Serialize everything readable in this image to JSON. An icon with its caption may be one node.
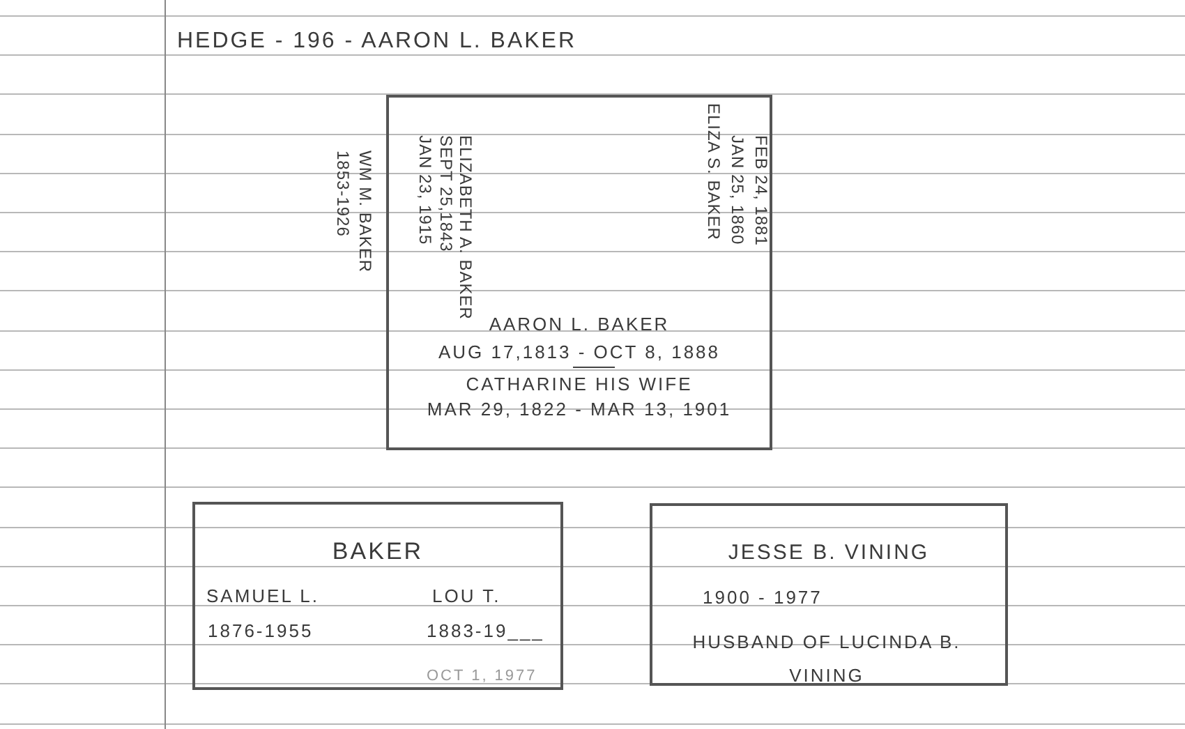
{
  "diagram": {
    "title": "HEDGE - 196 - AARON L. BAKER",
    "nodes": [
      {
        "text": [
          "ELIZABETH A. BAKER",
          "SEPT 25,1843",
          "JAN 23, 1915",
          "ELIZA S. BAKER",
          "JAN 25, 1860",
          "FEB 24, 1881",
          "AARON L. BAKER",
          "AUG 17,1813 - OCT 8, 1888",
          "CATHARINE HIS WIFE",
          "MAR 29, 1822 - MAR 13, 1901"
        ]
      },
      {
        "text": [
          "BAKER",
          "SAMUEL L.",
          "LOU T.",
          "1876-1955",
          "1883-19___",
          "OCT 1, 1977"
        ]
      },
      {
        "text": [
          "JESSE B. VINING",
          "1900 - 1977",
          "HUSBAND OF LUCINDA B. VINING"
        ]
      }
    ],
    "labels": [
      "WM M. BAKER",
      "1853-1926"
    ]
  }
}
